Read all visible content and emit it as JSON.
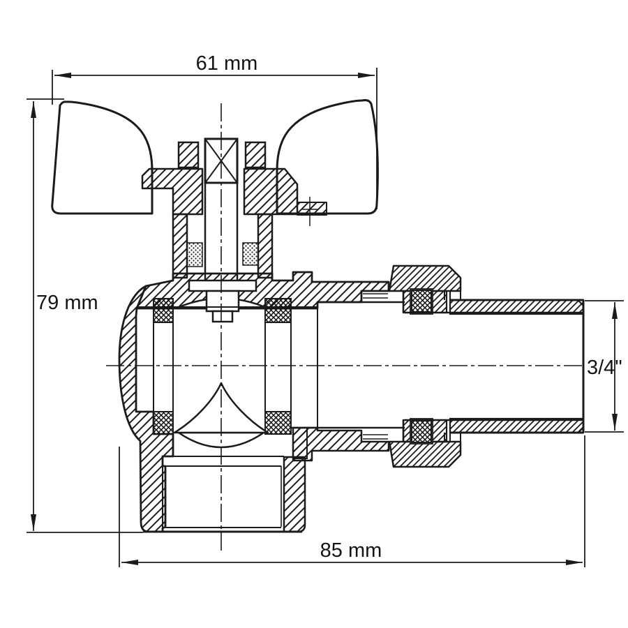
{
  "drawing": {
    "kind": "technical-cross-section",
    "subject": "angle ball valve with butterfly handle, union nut and male tailpiece",
    "background_color": "#ffffff",
    "line_color": "#1b1b1b"
  },
  "dimensions": {
    "top_width": {
      "label": "61 mm",
      "value": 61,
      "unit": "mm"
    },
    "left_height": {
      "label": "79 mm",
      "value": 79,
      "unit": "mm"
    },
    "bottom_width": {
      "label": "85 mm",
      "value": 85,
      "unit": "mm"
    },
    "right_thread": {
      "label": "3/4\"",
      "value": 0.75,
      "unit": "inch"
    }
  },
  "parts": [
    "butterfly-handle",
    "stem-square",
    "gland-nut",
    "stem-packing",
    "valve-body",
    "ball",
    "seat-rings",
    "o-ring-seals",
    "union-nut",
    "threaded-tailpiece",
    "bottom-female-port"
  ]
}
